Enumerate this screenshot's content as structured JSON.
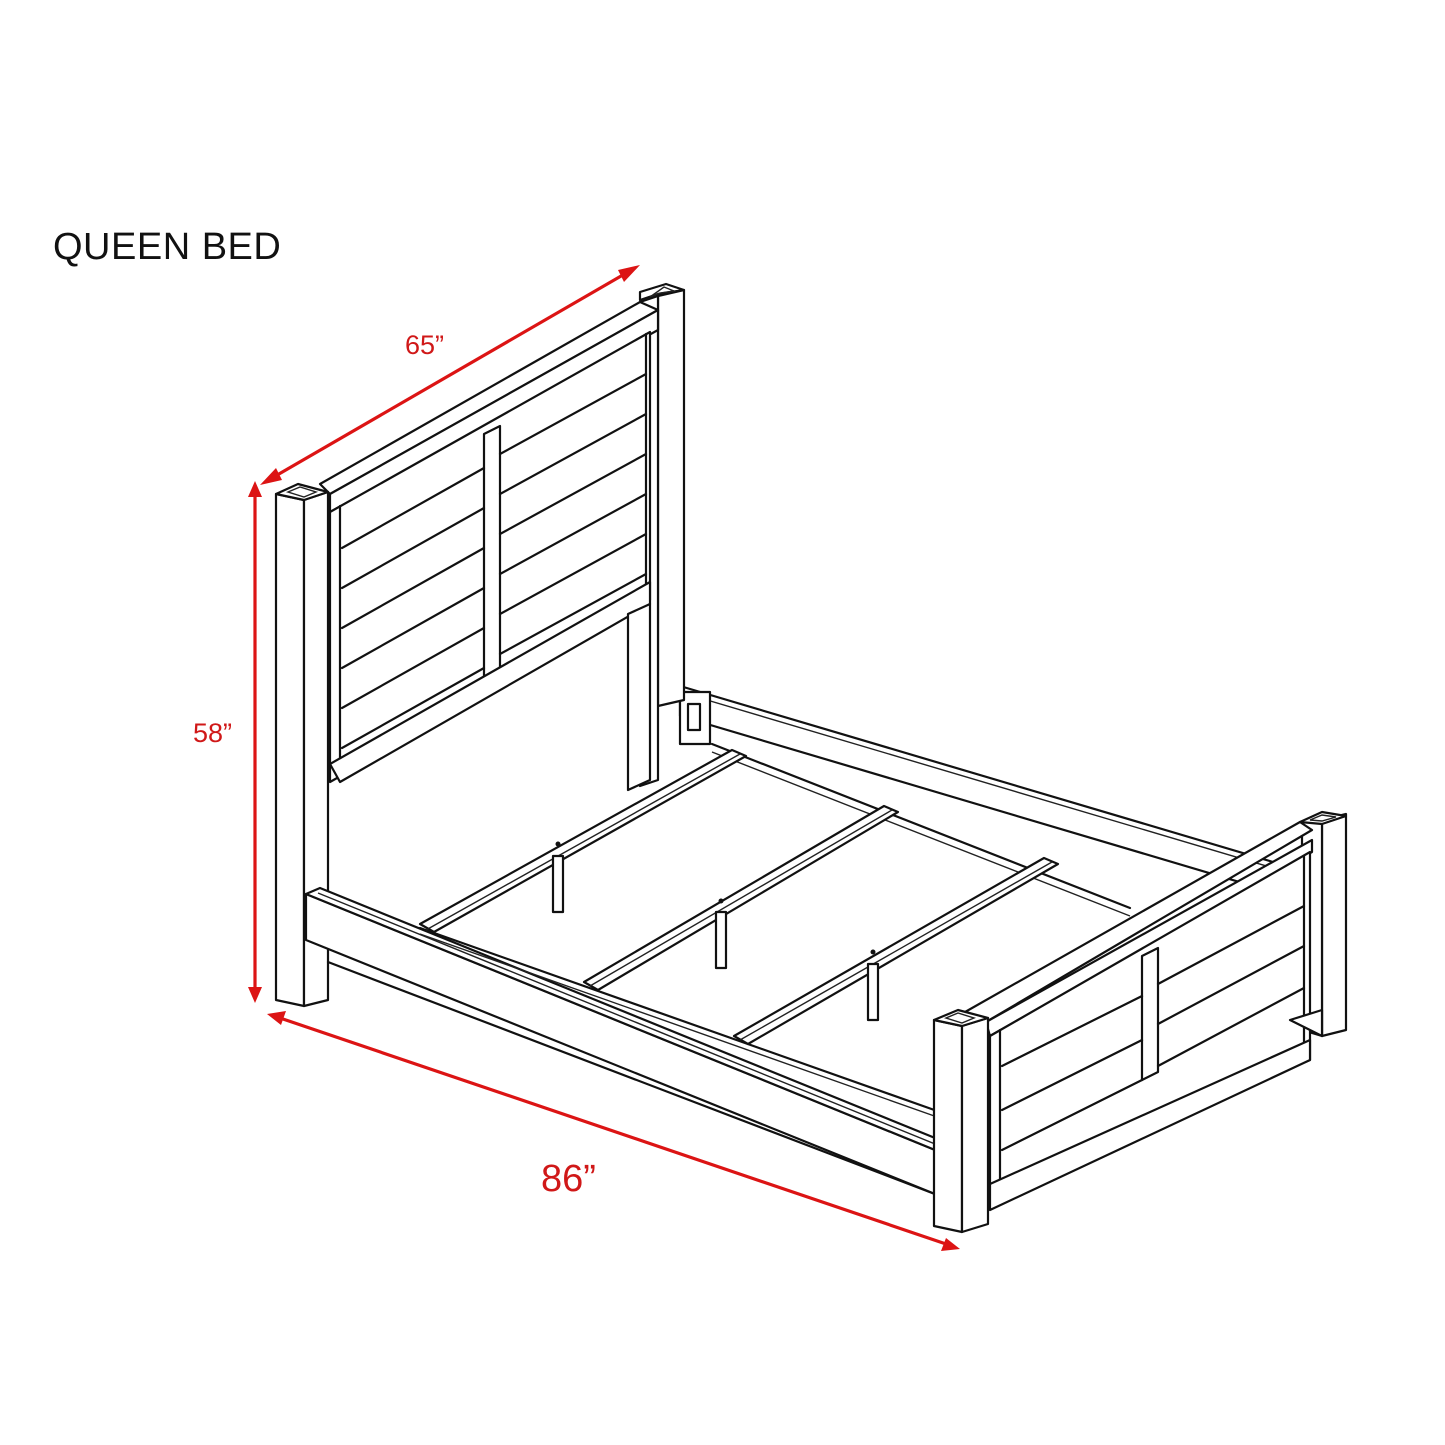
{
  "title": "QUEEN BED",
  "dimensions": {
    "width": {
      "label": "65”",
      "value": 65,
      "unit": "in",
      "axis": "headboard width"
    },
    "height": {
      "label": "58”",
      "value": 58,
      "unit": "in",
      "axis": "headboard height"
    },
    "length": {
      "label": "86”",
      "value": 86,
      "unit": "in",
      "axis": "overall length"
    }
  },
  "colors": {
    "dimension": "#dc1414",
    "linework": "#111111",
    "background": "#ffffff"
  }
}
